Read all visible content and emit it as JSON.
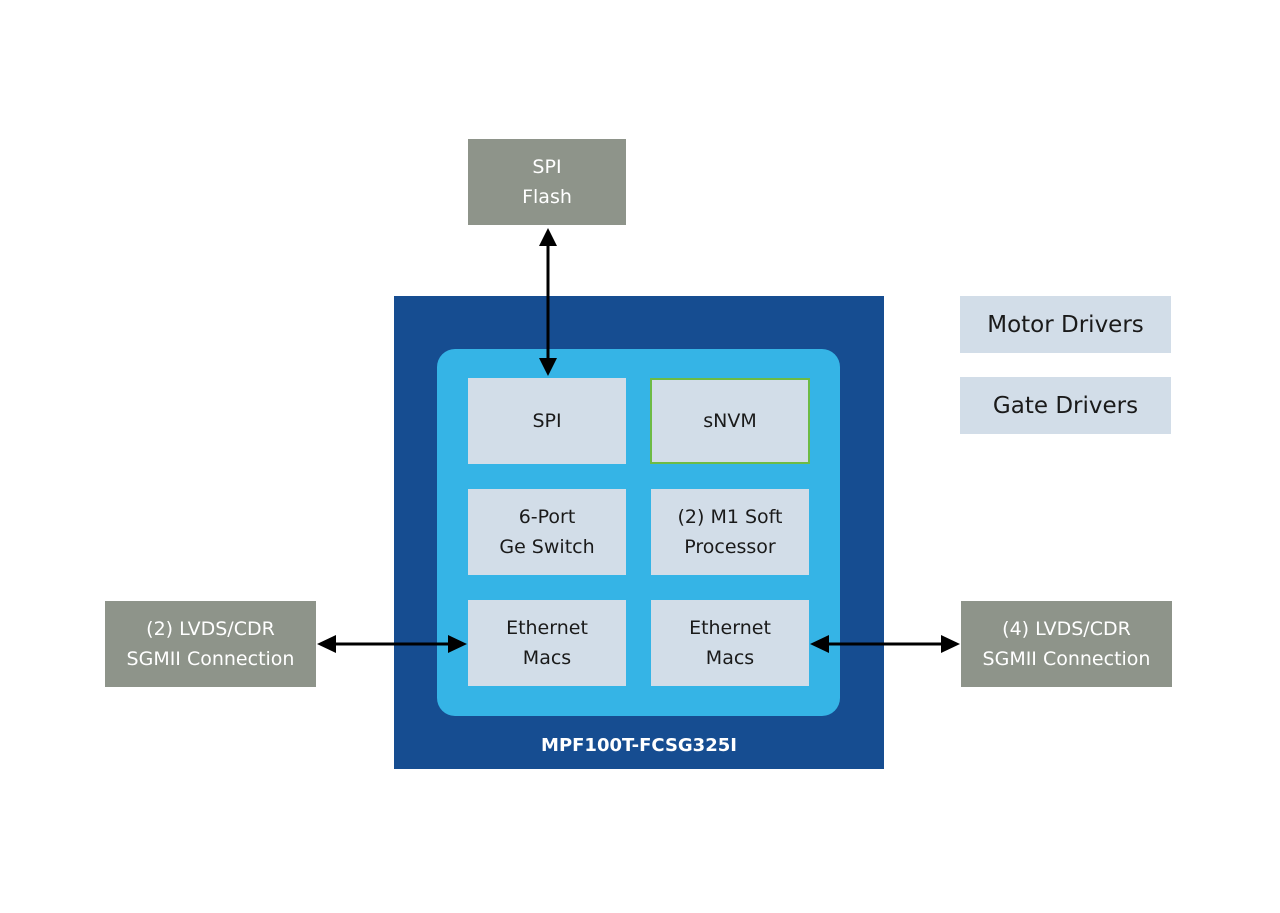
{
  "external": {
    "spi_flash": "SPI\nFlash",
    "left_connection": "(2) LVDS/CDR\nSGMII Connection",
    "right_connection": "(4) LVDS/CDR\nSGMII Connection"
  },
  "fpga": {
    "part_number": "MPF100T-FCSG325I",
    "blocks": {
      "spi": "SPI",
      "snvm": "sNVM",
      "ge_switch": "6-Port\nGe Switch",
      "m1_processor": "(2) M1 Soft\nProcessor",
      "ethernet_macs_left": "Ethernet\nMacs",
      "ethernet_macs_right": "Ethernet\nMacs"
    }
  },
  "side_labels": {
    "motor_drivers": "Motor Drivers",
    "gate_drivers": "Gate Drivers"
  },
  "colors": {
    "fpga_outer": "#164d91",
    "fpga_core": "#35b4e6",
    "external_block": "#8e948a",
    "internal_block": "#d2dde8",
    "snvm_border": "#6dbb45",
    "arrow": "#000000"
  }
}
